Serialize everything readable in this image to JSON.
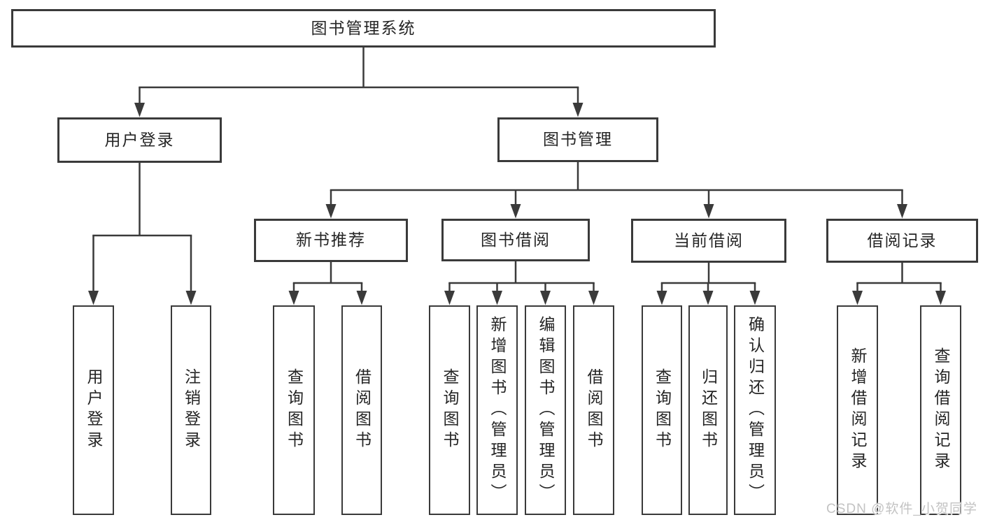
{
  "diagram": {
    "title": "图书管理系统",
    "kind": "functional-structure-tree"
  },
  "watermark": {
    "text": "CSDN @软件_小贺同学"
  },
  "colors": {
    "background": "#ffffff",
    "line": "#3a3a3a",
    "box_border": "#3a3a3a",
    "box_fill": "#ffffff",
    "text": "#252525",
    "watermark": "#c3c3c3"
  },
  "nodes": [
    {
      "id": "root",
      "label": "图书管理系统",
      "parent": null
    },
    {
      "id": "user-login",
      "label": "用户登录",
      "parent": "root"
    },
    {
      "id": "book-mgmt",
      "label": "图书管理",
      "parent": "root"
    },
    {
      "id": "login",
      "label": "用户登录",
      "parent": "user-login"
    },
    {
      "id": "logout",
      "label": "注销登录",
      "parent": "user-login"
    },
    {
      "id": "new-book-rec",
      "label": "新书推荐",
      "parent": "book-mgmt"
    },
    {
      "id": "book-borrow",
      "label": "图书借阅",
      "parent": "book-mgmt"
    },
    {
      "id": "current-borrow",
      "label": "当前借阅",
      "parent": "book-mgmt"
    },
    {
      "id": "borrow-record",
      "label": "借阅记录",
      "parent": "book-mgmt"
    },
    {
      "id": "nbr-query-book",
      "label": "查询图书",
      "parent": "new-book-rec"
    },
    {
      "id": "nbr-borrow-book",
      "label": "借阅图书",
      "parent": "new-book-rec"
    },
    {
      "id": "bb-query-book",
      "label": "查询图书",
      "parent": "book-borrow"
    },
    {
      "id": "bb-add-book",
      "label": "新增图书（管理员）",
      "parent": "book-borrow"
    },
    {
      "id": "bb-edit-book",
      "label": "编辑图书（管理员）",
      "parent": "book-borrow"
    },
    {
      "id": "bb-borrow-book",
      "label": "借阅图书",
      "parent": "book-borrow"
    },
    {
      "id": "cb-query-book",
      "label": "查询图书",
      "parent": "current-borrow"
    },
    {
      "id": "cb-return-book",
      "label": "归还图书",
      "parent": "current-borrow"
    },
    {
      "id": "cb-confirm-return",
      "label": "确认归还（管理员）",
      "parent": "current-borrow"
    },
    {
      "id": "br-add-record",
      "label": "新增借阅记录",
      "parent": "borrow-record"
    },
    {
      "id": "br-query-record",
      "label": "查询借阅记录",
      "parent": "borrow-record"
    }
  ]
}
